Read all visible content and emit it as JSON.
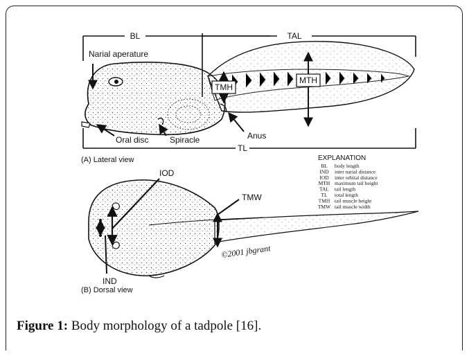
{
  "labels": {
    "bl": "BL",
    "tal": "TAL",
    "tl": "TL",
    "narial": "Narial aperature",
    "tmh": "TMH",
    "mth": "MTH",
    "oral_disc": "Oral disc",
    "spiracle": "Spiracle",
    "anus": "Anus",
    "lateral_view": "(A) Lateral view",
    "iod": "IOD",
    "tmw": "TMW",
    "ind": "IND",
    "dorsal_view": "(B) Dorsal view",
    "signature": "©2001 jbgrant"
  },
  "explanation": {
    "title": "EXPLANATION",
    "rows": [
      {
        "abbr": "BL",
        "desc": "body length"
      },
      {
        "abbr": "IND",
        "desc": "inter narial distance"
      },
      {
        "abbr": "IOD",
        "desc": "inter orbital distance"
      },
      {
        "abbr": "MTH",
        "desc": "maximum tail height"
      },
      {
        "abbr": "TAL",
        "desc": "tail length"
      },
      {
        "abbr": "TL",
        "desc": "total length"
      },
      {
        "abbr": "TMH",
        "desc": "tail muscle height"
      },
      {
        "abbr": "TMW",
        "desc": "tail muscle width"
      }
    ]
  },
  "caption": {
    "label": "Figure 1:",
    "text": " Body morphology of a tadpole [16]."
  }
}
